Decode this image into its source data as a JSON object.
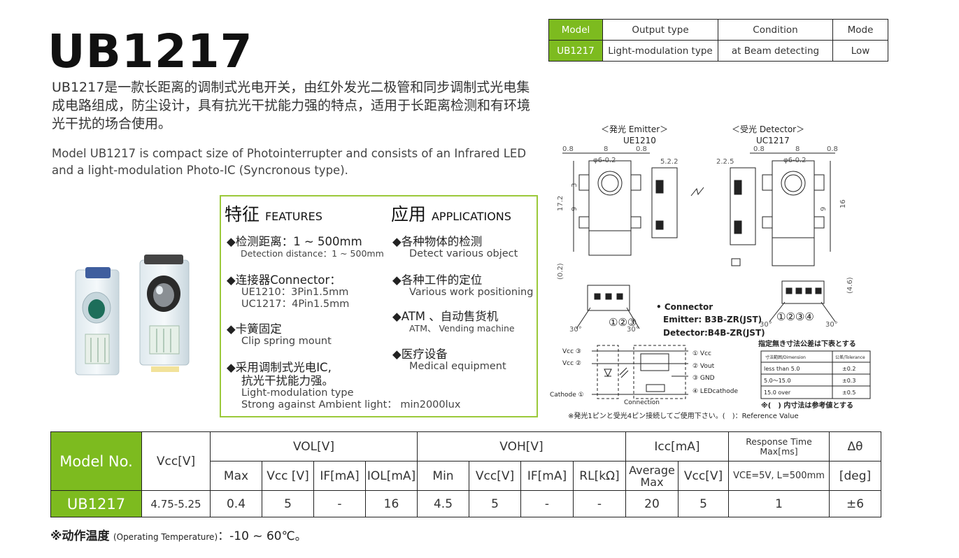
{
  "title": "UB1217",
  "desc_cn": "UB1217是一款长距离的调制式光电开关，由红外发光二极管和同步调制式光电集成电路组成，防尘设计，具有抗光干扰能力强的特点，适用于长距离检测和有环境光干扰的场合使用。",
  "desc_en": "Model UB1217 is compact size of Photointerrupter  and consists of an Infrared LED and a light-modulation Photo-IC (Syncronous type).",
  "top_table": {
    "headers": [
      "Model",
      "Output type",
      "Condition",
      "Mode"
    ],
    "row": [
      "UB1217",
      "Light-modulation type",
      "at Beam detecting",
      "Low"
    ]
  },
  "features": {
    "heading_cn": "特征",
    "heading_en": "FEATURES",
    "items": [
      {
        "cn": "◆检测距离：1 ~ 500mm",
        "en": "Detection distance：1 ~ 500mm"
      },
      {
        "cn": "◆连接器Connector：",
        "en": "UE1210：3Pin1.5mm",
        "en2": "UC1217：4Pin1.5mm"
      },
      {
        "cn": "◆卡簧固定",
        "en": "Clip spring mount"
      },
      {
        "cn": "◆采用调制式光电IC,",
        "cn2": "抗光干扰能力强。",
        "en": "Light-modulation type",
        "en2": "Strong against Ambient light：  min2000lux"
      }
    ]
  },
  "applications": {
    "heading_cn": "应用",
    "heading_en": "APPLICATIONS",
    "items": [
      {
        "cn": "◆各种物体的检测",
        "en": "Detect various object"
      },
      {
        "cn": "◆各种工件的定位",
        "en": "Various work positioning"
      },
      {
        "cn": "◆ATM 、自动售货机",
        "en": "ATM、 Vending machine"
      },
      {
        "cn": "◆医疗设备",
        "en": "Medical equipment"
      }
    ]
  },
  "diagram": {
    "emitter_label": "＜発光 Emitter＞",
    "emitter_model": "UE1210",
    "detector_label": "＜受光 Detector＞",
    "detector_model": "UC1217",
    "connector_title": "• Connector",
    "connector_emitter": "Emitter: B3B-ZR(JST)",
    "connector_detector": "Detector:B4B-ZR(JST)",
    "pins_emitter": "①②③",
    "pins_detector": "①②③④",
    "dim_08a": "0.8",
    "dim_8a": "8",
    "dim_08b": "0.8",
    "dim_08c": "0.8",
    "dim_8b": "8",
    "dim_08d": "0.8",
    "dim_d6": "φ6-0.2",
    "dim_52": "5.2.2",
    "dim_225": "2.2.5",
    "dim_172": "17.2",
    "dim_16": "16",
    "dim_3": "3",
    "dim_9": "9",
    "dim_02": "(0.2)",
    "dim_46": "(4.6)",
    "dim_30": "30°",
    "circuit_vcc3": "Vcc ③",
    "circuit_vcc2": "Vcc ②",
    "circuit_cathode": "Cathode ①",
    "circuit_out1": "① Vcc",
    "circuit_out2": "② Vout",
    "circuit_out3": "③ GND",
    "circuit_out4": "④ LEDcathode",
    "circuit_connection": "Connection",
    "tol_title": "指定無き寸法公差は下表とする",
    "tol_head": [
      "寸法範囲/Dimension",
      "公差/Tolerance"
    ],
    "tol_rows": [
      [
        "less than 5.0",
        "±0.2"
      ],
      [
        "5.0～15.0",
        "±0.3"
      ],
      [
        "15.0 over",
        "±0.5"
      ]
    ],
    "tol_note": "※(　) 内寸法は参考値とする",
    "wire_note": "※発光1ピンと受光4ピン接続してご使用下さい。(　)：Reference Value"
  },
  "main_table": {
    "model_label": "Model No.",
    "vcc_label": "Vcc[V]",
    "vol_label": "VOL[V]",
    "voh_label": "VOH[V]",
    "icc_label": "Icc[mA]",
    "resp_label": "Response Time Max[ms]",
    "dtheta_label": "Δθ",
    "sub_headers": [
      "Max",
      "Vcc [V]",
      "IF[mA]",
      "IOL[mA]",
      "Min",
      "Vcc[V]",
      "IF[mA]",
      "RL[kΩ]",
      "Average Max",
      "Vcc[V]",
      "VCE=5V, L=500mm",
      "[deg]"
    ],
    "row": [
      "UB1217",
      "4.75-5.25",
      "0.4",
      "5",
      "-",
      "16",
      "4.5",
      "5",
      "-",
      "-",
      "20",
      "5",
      "1",
      "±6"
    ]
  },
  "note_cn": "※动作温度",
  "note_en": "(Operating Temperature)",
  "note_value": "：-10 ~ 60℃。",
  "colors": {
    "accent": "#7dbb1f",
    "border": "#9bc93a"
  }
}
